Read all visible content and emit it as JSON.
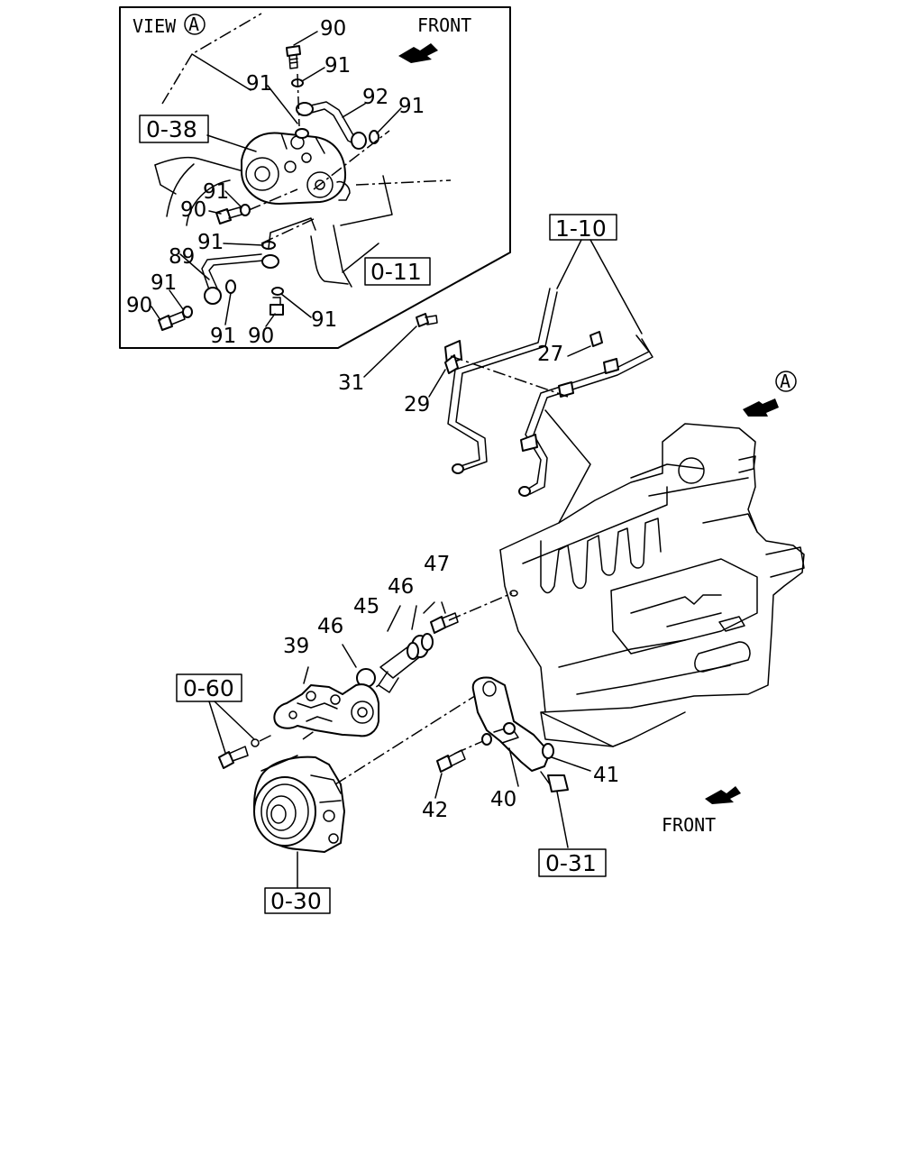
{
  "view_title": "VIEW",
  "view_marker": "A",
  "front_labels": [
    "FRONT",
    "FRONT"
  ],
  "ref_boxes": [
    "0-38",
    "0-11",
    "1-10",
    "0-60",
    "0-31",
    "0-30"
  ],
  "view_part_numbers": [
    "90",
    "91",
    "91",
    "92",
    "91",
    "91",
    "90",
    "91",
    "89",
    "91",
    "90",
    "91",
    "90",
    "91"
  ],
  "main_part_numbers": [
    "27",
    "31",
    "29",
    "47",
    "46",
    "45",
    "46",
    "39",
    "41",
    "42",
    "40"
  ],
  "colors": {
    "line": "#000000",
    "background": "#ffffff"
  }
}
